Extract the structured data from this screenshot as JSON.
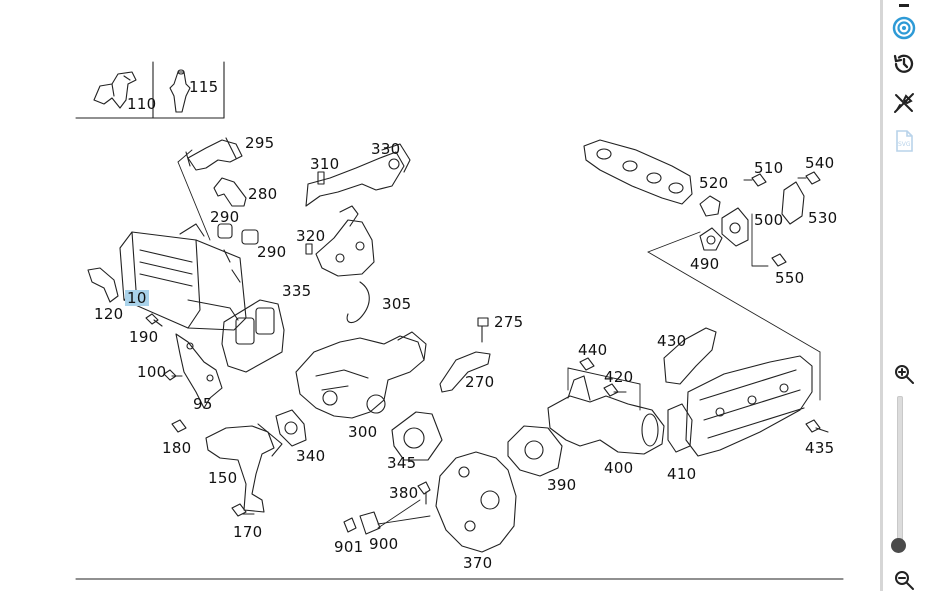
{
  "diagram": {
    "highlighted_part": "10",
    "legend_parts": [
      {
        "id": "legend-110",
        "label": "110"
      },
      {
        "id": "legend-115",
        "label": "115"
      }
    ],
    "parts": [
      {
        "id": "part-295",
        "label": "295"
      },
      {
        "id": "part-330",
        "label": "330"
      },
      {
        "id": "part-310",
        "label": "310"
      },
      {
        "id": "part-280",
        "label": "280"
      },
      {
        "id": "part-290a",
        "label": "290"
      },
      {
        "id": "part-290b",
        "label": "290"
      },
      {
        "id": "part-320",
        "label": "320"
      },
      {
        "id": "part-335",
        "label": "335"
      },
      {
        "id": "part-305",
        "label": "305"
      },
      {
        "id": "part-10",
        "label": "10"
      },
      {
        "id": "part-120",
        "label": "120"
      },
      {
        "id": "part-190",
        "label": "190"
      },
      {
        "id": "part-100",
        "label": "100"
      },
      {
        "id": "part-95",
        "label": "95"
      },
      {
        "id": "part-275",
        "label": "275"
      },
      {
        "id": "part-270",
        "label": "270"
      },
      {
        "id": "part-300",
        "label": "300"
      },
      {
        "id": "part-180",
        "label": "180"
      },
      {
        "id": "part-340",
        "label": "340"
      },
      {
        "id": "part-345",
        "label": "345"
      },
      {
        "id": "part-150",
        "label": "150"
      },
      {
        "id": "part-170",
        "label": "170"
      },
      {
        "id": "part-380",
        "label": "380"
      },
      {
        "id": "part-901",
        "label": "901"
      },
      {
        "id": "part-900",
        "label": "900"
      },
      {
        "id": "part-370",
        "label": "370"
      },
      {
        "id": "part-390",
        "label": "390"
      },
      {
        "id": "part-440",
        "label": "440"
      },
      {
        "id": "part-420",
        "label": "420"
      },
      {
        "id": "part-400",
        "label": "400"
      },
      {
        "id": "part-410",
        "label": "410"
      },
      {
        "id": "part-430",
        "label": "430"
      },
      {
        "id": "part-435",
        "label": "435"
      },
      {
        "id": "part-520",
        "label": "520"
      },
      {
        "id": "part-510",
        "label": "510"
      },
      {
        "id": "part-540",
        "label": "540"
      },
      {
        "id": "part-500",
        "label": "500"
      },
      {
        "id": "part-530",
        "label": "530"
      },
      {
        "id": "part-490",
        "label": "490"
      },
      {
        "id": "part-550",
        "label": "550"
      }
    ]
  },
  "toolbar": {
    "tools": [
      {
        "name": "target-icon",
        "color": "#2e9ad6"
      },
      {
        "name": "history-icon",
        "color": "#222222"
      },
      {
        "name": "unpin-icon",
        "color": "#222222"
      },
      {
        "name": "svg-export-icon",
        "color": "#b9d3ea"
      }
    ],
    "zoom": {
      "in_icon": "zoom-in-icon",
      "out_icon": "zoom-out-icon",
      "level": 0.05
    }
  }
}
